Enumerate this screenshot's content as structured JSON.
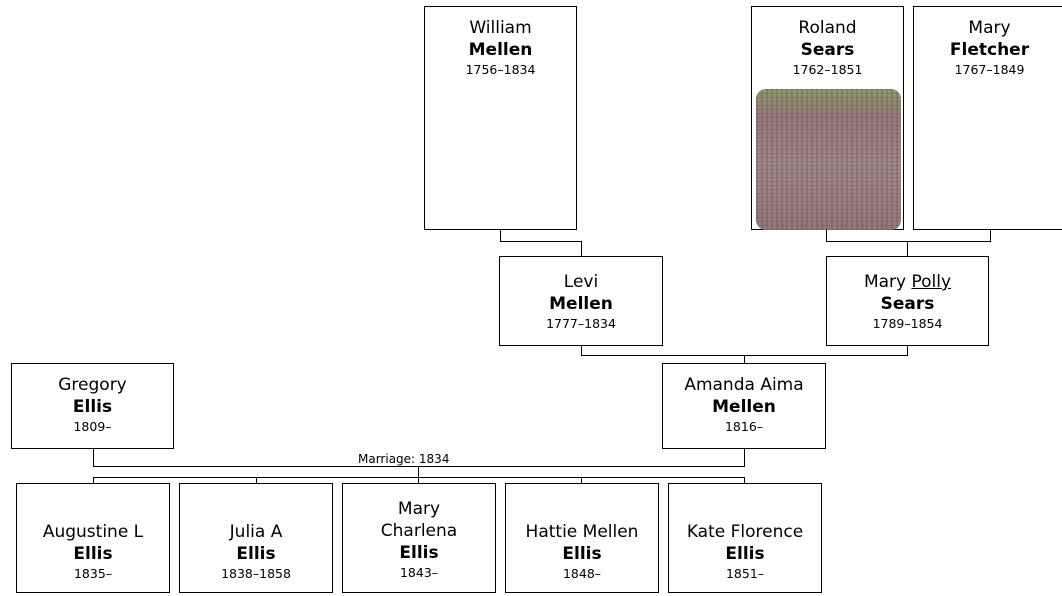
{
  "people": {
    "william": {
      "first": "William",
      "last": "Mellen",
      "dates": "1756–1834"
    },
    "roland": {
      "first": "Roland",
      "last": "Sears",
      "dates": "1762–1851"
    },
    "mary_f": {
      "first": "Mary",
      "last": "Fletcher",
      "dates": "1767–1849"
    },
    "levi": {
      "first": "Levi",
      "last": "Mellen",
      "dates": "1777–1834"
    },
    "mary_p": {
      "first_a": "Mary",
      "first_b": "Polly",
      "last": "Sears",
      "dates": "1789–1854"
    },
    "gregory": {
      "first": "Gregory",
      "last": "Ellis",
      "dates": "1809–"
    },
    "amanda": {
      "first": "Amanda Aima",
      "last": "Mellen",
      "dates": "1816–"
    },
    "augustine": {
      "first": "Augustine L",
      "last": "Ellis",
      "dates": "1835–"
    },
    "julia": {
      "first": "Julia A",
      "last": "Ellis",
      "dates": "1838–1858"
    },
    "mary_c": {
      "first": "Mary Charlena",
      "last": "Ellis",
      "dates": "1843–"
    },
    "hattie": {
      "first": "Hattie Mellen",
      "last": "Ellis",
      "dates": "1848–"
    },
    "kate": {
      "first": "Kate Florence",
      "last": "Ellis",
      "dates": "1851–"
    }
  },
  "marriage": {
    "label": "Marriage: 1834"
  }
}
